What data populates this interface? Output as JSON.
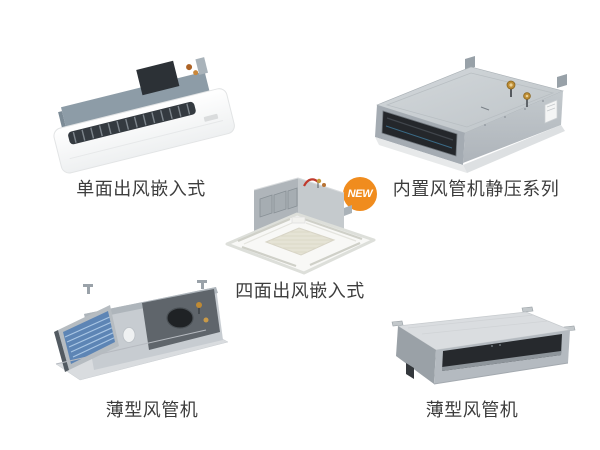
{
  "page": {
    "background_color": "#ffffff",
    "text_color": "#3d3d3d"
  },
  "badge": {
    "label": "NEW",
    "background_color": "#f08c1e",
    "text_color": "#ffffff"
  },
  "products": [
    {
      "name": "one-way-cassette",
      "label": "单面出风嵌入式"
    },
    {
      "name": "builtin-duct-static-pressure-series",
      "label": "内置风管机静压系列",
      "is_new": true
    },
    {
      "name": "four-way-cassette",
      "label": "四面出风嵌入式"
    },
    {
      "name": "slim-duct-left",
      "label": "薄型风管机"
    },
    {
      "name": "slim-duct-right",
      "label": "薄型风管机"
    }
  ]
}
